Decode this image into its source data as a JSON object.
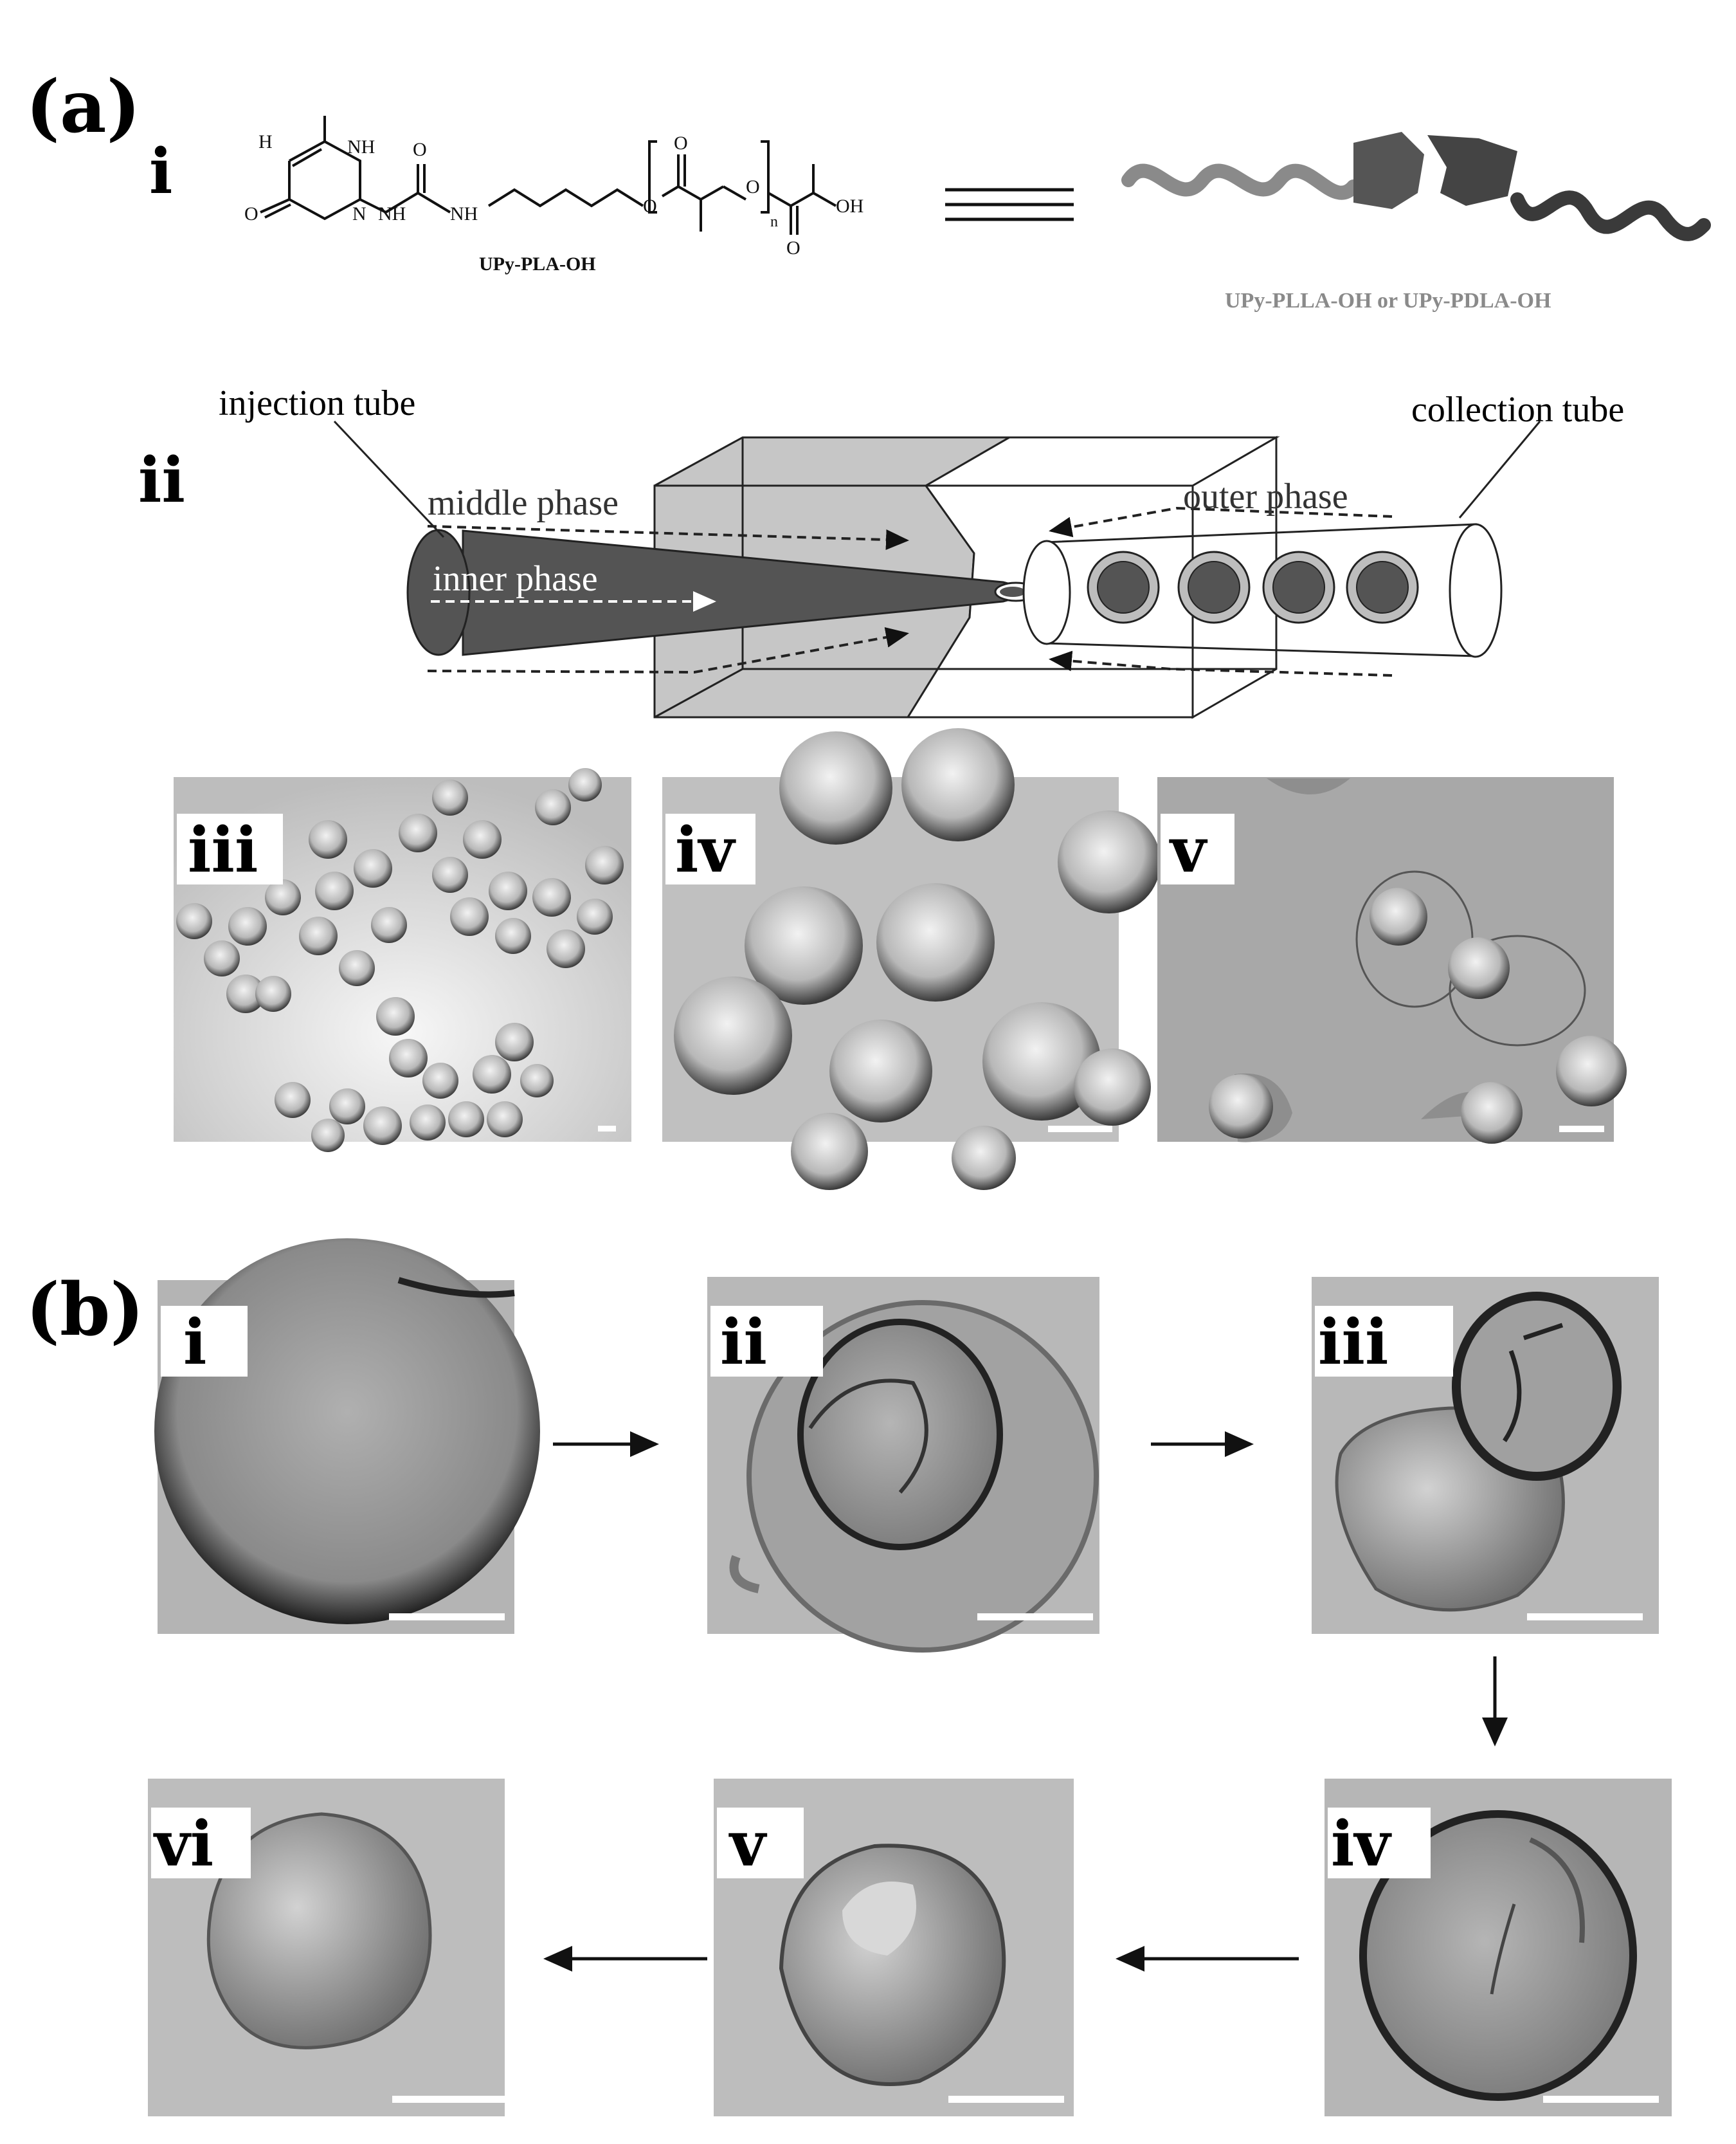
{
  "figure": {
    "panel_a": {
      "letter": "(a)",
      "i": {
        "numeral": "i",
        "molecule_caption": "UPy-PLA-OH",
        "atoms": {
          "h": "H",
          "nh_top": "NH",
          "o_carbonyl": "O",
          "o_ring": "O",
          "n_ring": "N",
          "nh1": "NH",
          "nh2": "NH",
          "o_chain": "O",
          "o_ester1": "O",
          "o_ester2": "O",
          "o_ester3": "O",
          "n_subscript": "n",
          "oh": "OH"
        },
        "cartoon_caption": "UPy-PLLA-OH or UPy-PDLA-OH"
      },
      "ii": {
        "numeral": "ii",
        "injection_tube": "injection tube",
        "collection_tube": "collection tube",
        "middle_phase": "middle phase",
        "outer_phase": "outer phase",
        "inner_phase": "inner phase"
      },
      "micrographs": [
        {
          "numeral": "iii"
        },
        {
          "numeral": "iv"
        },
        {
          "numeral": "v"
        }
      ]
    },
    "panel_b": {
      "letter": "(b)",
      "steps": [
        {
          "numeral": "i"
        },
        {
          "numeral": "ii"
        },
        {
          "numeral": "iii"
        },
        {
          "numeral": "iv"
        },
        {
          "numeral": "v"
        },
        {
          "numeral": "vi"
        }
      ]
    },
    "colors": {
      "dark_fill": "#545454",
      "light_fill": "#c6c6c6",
      "micrograph_bg": "#b4b4b4",
      "chain_light": "#8a8a8a",
      "chain_dark": "#3a3a3a"
    }
  }
}
